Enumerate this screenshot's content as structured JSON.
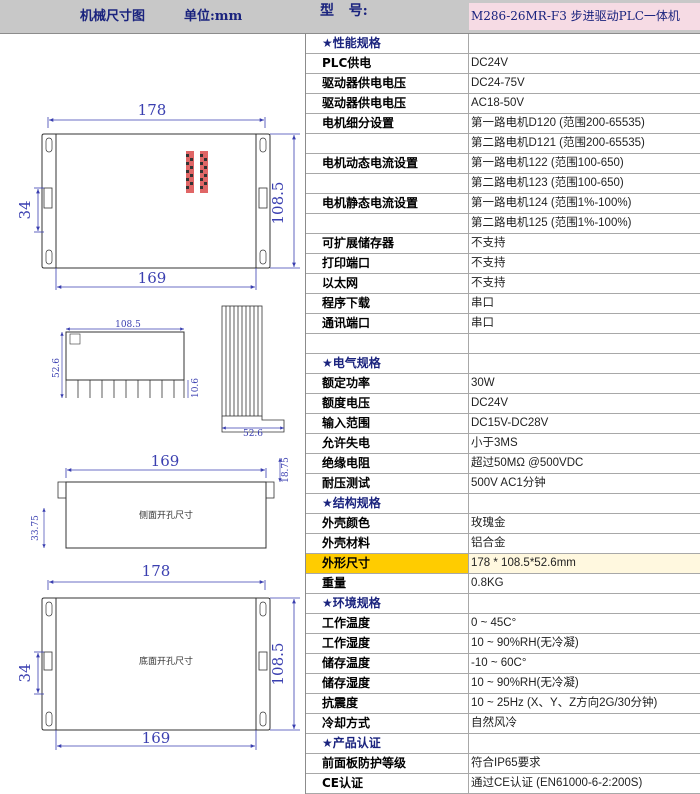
{
  "left_header": {
    "title": "机械尺寸图",
    "unit": "单位:mm"
  },
  "drawings": {
    "top_view": {
      "width_top": "178",
      "width_bottom": "169",
      "height": "108.5",
      "hole": "34"
    },
    "profile_view": {
      "width": "108.5",
      "height": "52.6",
      "fin": "10.6",
      "side_bottom": "52.6"
    },
    "side_holes": {
      "width": "169",
      "height": "18.75",
      "offset": "33.75",
      "caption": "侧面开孔尺寸"
    },
    "bottom_view": {
      "width_top": "178",
      "width_bottom": "169",
      "height": "108.5",
      "hole": "34",
      "caption": "底面开孔尺寸"
    }
  },
  "spec_header": {
    "label": "型   号:",
    "model": "M286-26MR-F3 步进驱动PLC一体机"
  },
  "spec_rows": [
    {
      "k": "★性能规格",
      "v": "",
      "type": "sec"
    },
    {
      "k": "PLC供电",
      "v": "DC24V"
    },
    {
      "k": "驱动器供电电压",
      "v": "DC24-75V"
    },
    {
      "k": "驱动器供电电压",
      "v": "AC18-50V"
    },
    {
      "k": "电机细分设置",
      "v": "第一路电机D120 (范围200-65535)"
    },
    {
      "k": "",
      "v": "第二路电机D121 (范围200-65535)"
    },
    {
      "k": "电机动态电流设置",
      "v": "第一路电机122 (范围100-650)"
    },
    {
      "k": "",
      "v": "第二路电机123 (范围100-650)"
    },
    {
      "k": "电机静态电流设置",
      "v": "第一路电机124 (范围1%-100%)"
    },
    {
      "k": "",
      "v": "第二路电机125 (范围1%-100%)"
    },
    {
      "k": "可扩展储存器",
      "v": "不支持"
    },
    {
      "k": "打印端口",
      "v": "不支持"
    },
    {
      "k": "以太网",
      "v": "不支持"
    },
    {
      "k": "程序下载",
      "v": "串口"
    },
    {
      "k": "通讯端口",
      "v": "串口"
    },
    {
      "k": "",
      "v": ""
    },
    {
      "k": "★电气规格",
      "v": "",
      "type": "sec"
    },
    {
      "k": "额定功率",
      "v": "30W"
    },
    {
      "k": "额度电压",
      "v": "DC24V"
    },
    {
      "k": "输入范围",
      "v": "DC15V-DC28V"
    },
    {
      "k": "允许失电",
      "v": "小于3MS"
    },
    {
      "k": "绝缘电阻",
      "v": "超过50MΩ @500VDC"
    },
    {
      "k": "耐压测试",
      "v": "500V AC1分钟"
    },
    {
      "k": "★结构规格",
      "v": "",
      "type": "sec"
    },
    {
      "k": "外壳颜色",
      "v": "玫瑰金"
    },
    {
      "k": "外壳材料",
      "v": "铝合金"
    },
    {
      "k": "外形尺寸",
      "v": "178 * 108.5*52.6mm",
      "type": "hl"
    },
    {
      "k": "重量",
      "v": "0.8KG"
    },
    {
      "k": "★环境规格",
      "v": "",
      "type": "sec"
    },
    {
      "k": "工作温度",
      "v": "0 ~ 45C°"
    },
    {
      "k": "工作湿度",
      "v": "10 ~ 90%RH(无冷凝)"
    },
    {
      "k": "储存温度",
      "v": "-10 ~ 60C°"
    },
    {
      "k": "储存湿度",
      "v": "10 ~ 90%RH(无冷凝)"
    },
    {
      "k": "抗震度",
      "v": "10 ~ 25Hz (X、Y、Z方向2G/30分钟)"
    },
    {
      "k": "冷却方式",
      "v": "自然风冷"
    },
    {
      "k": "★产品认证",
      "v": "",
      "type": "sec"
    },
    {
      "k": "前面板防护等级",
      "v": "符合IP65要求"
    },
    {
      "k": "CE认证",
      "v": "通过CE认证 (EN61000-6-2:200S)"
    }
  ]
}
